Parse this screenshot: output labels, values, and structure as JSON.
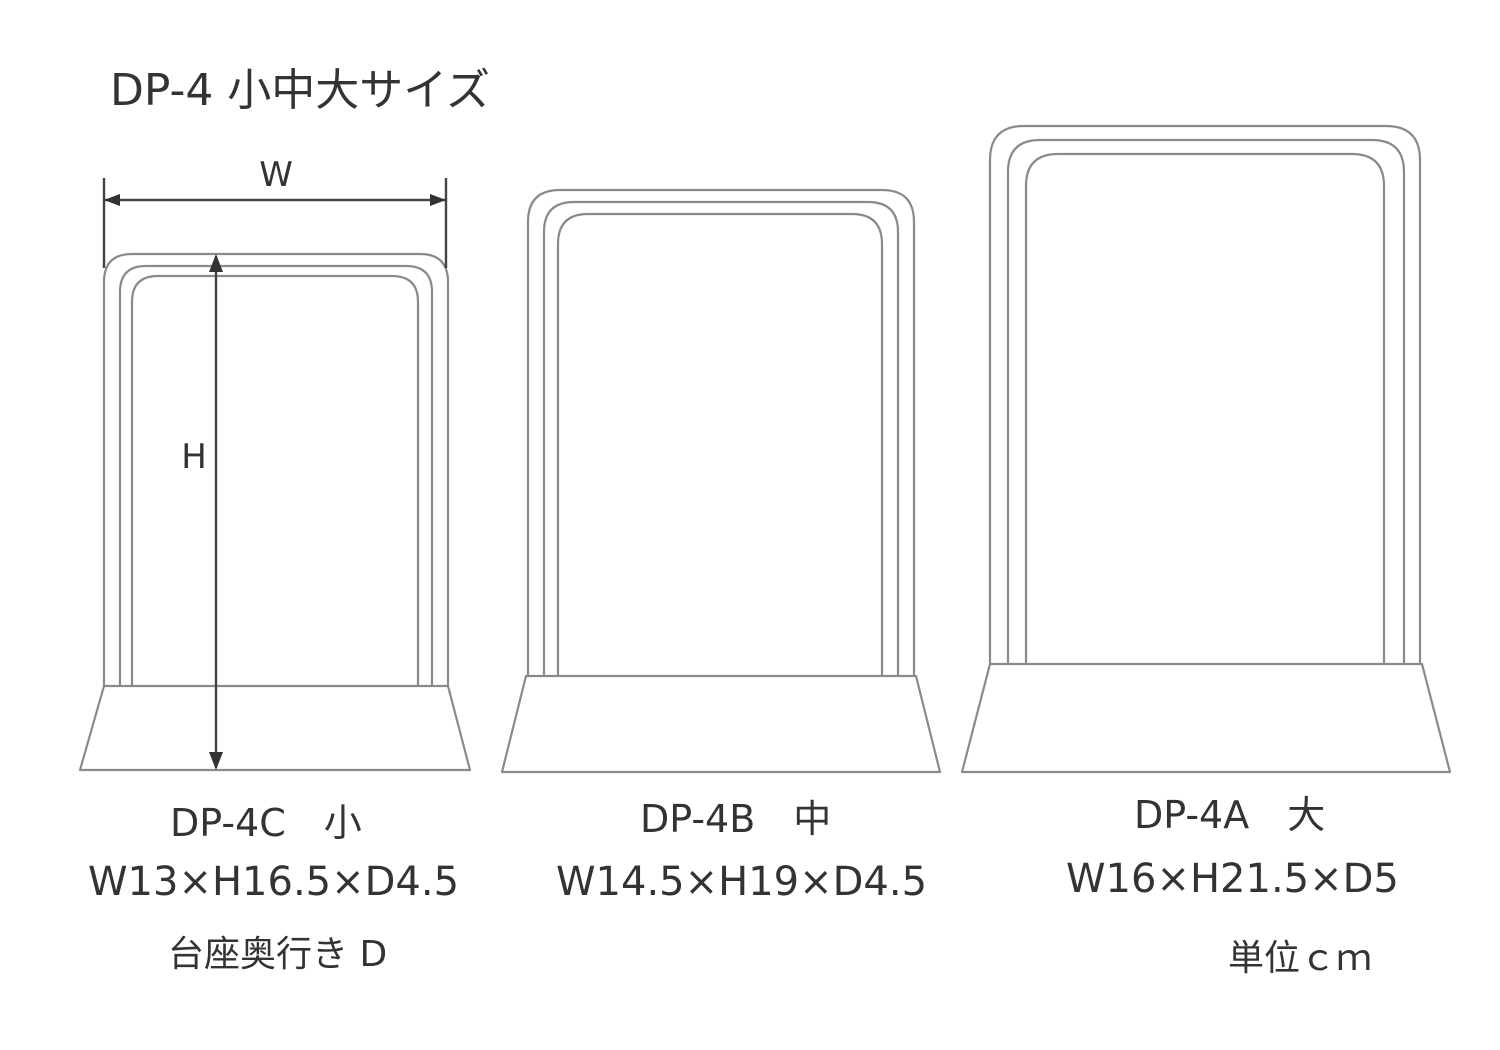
{
  "title": "DP-4 小中大サイズ",
  "dimension_labels": {
    "width": "W",
    "height": "H"
  },
  "products": [
    {
      "model": "DP-4C　小",
      "size": "W13×H16.5×D4.5"
    },
    {
      "model": "DP-4B　中",
      "size": "W14.5×H19×D4.5"
    },
    {
      "model": "DP-4A　大",
      "size": "W16×H21.5×D5"
    }
  ],
  "notes": {
    "depth": "台座奥行き D",
    "unit": "単位ｃｍ"
  },
  "colors": {
    "outline": "#8a8a8a",
    "text": "#333333",
    "background": "#ffffff"
  }
}
